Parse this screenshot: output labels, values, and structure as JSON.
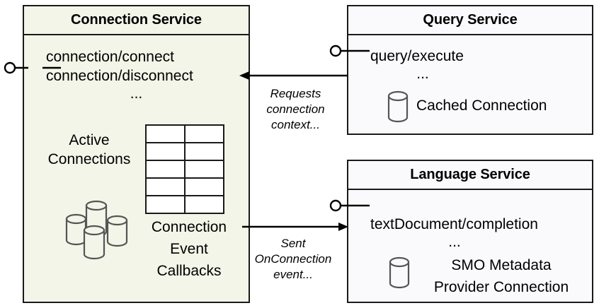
{
  "diagram": {
    "type": "uml-component-diagram",
    "background": "#ffffff",
    "colors": {
      "connection_service_fill": "#f2f5e8",
      "service_fill": "#fafafc",
      "border": "#1a1a1a",
      "cylinder_stroke": "#555555"
    }
  },
  "connection_service": {
    "title": "Connection Service",
    "interfaces": [
      "connection/connect",
      "connection/disconnect"
    ],
    "ellipsis": "...",
    "active_connections_label": "Active\nConnections",
    "active_connections_line1": "Active",
    "active_connections_line2": "Connections",
    "callbacks_line1": "Connection",
    "callbacks_line2": "Event",
    "callbacks_line3": "Callbacks",
    "table": {
      "rows": 5,
      "cols": 2,
      "cells": [
        [
          "",
          ""
        ],
        [
          "",
          ""
        ],
        [
          "",
          ""
        ],
        [
          "",
          ""
        ],
        [
          "",
          ""
        ]
      ]
    }
  },
  "query_service": {
    "title": "Query Service",
    "interfaces": [
      "query/execute"
    ],
    "ellipsis": "...",
    "cached_connection_label": "Cached Connection"
  },
  "language_service": {
    "title": "Language Service",
    "interfaces": [
      "textDocument/completion"
    ],
    "ellipsis": "...",
    "provider_line1": "SMO Metadata",
    "provider_line2": "Provider Connection"
  },
  "arrows": [
    {
      "id": "requests-connection-context",
      "from": "query-service",
      "to": "connection-service",
      "direction": "left",
      "label_line1": "Requests",
      "label_line2": "connection",
      "label_line3": "context..."
    },
    {
      "id": "sent-onconnection-event",
      "from": "connection-service",
      "to": "language-service",
      "direction": "right",
      "label_line1": "Sent",
      "label_line2": "OnConnection",
      "label_line3": "event..."
    }
  ]
}
